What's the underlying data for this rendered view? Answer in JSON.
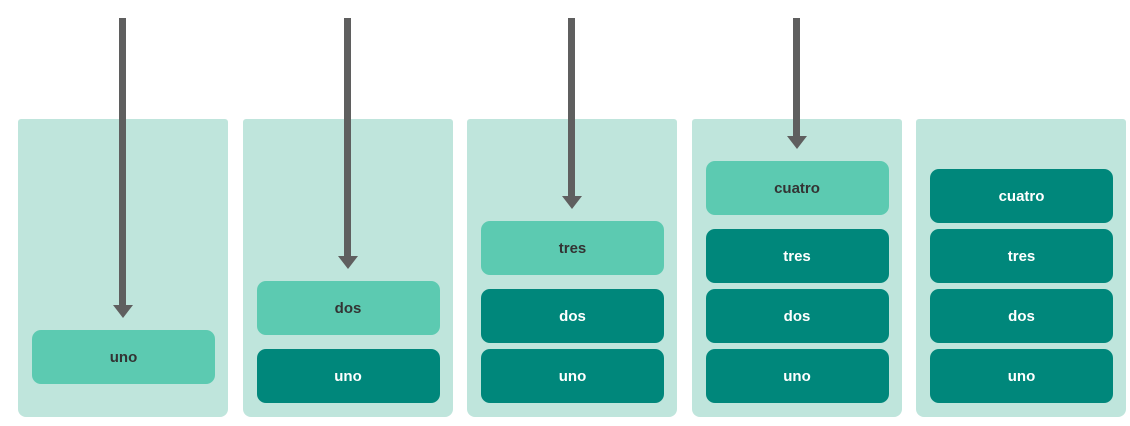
{
  "colors": {
    "column_background": "#bfe5dc",
    "stacked_block": "#00877b",
    "stacked_text": "#ffffff",
    "incoming_block": "#5ccab1",
    "incoming_text": "#333333",
    "arrow": "#5f5f5f"
  },
  "stages": [
    {
      "arrow": true,
      "incoming": "uno",
      "stack": []
    },
    {
      "arrow": true,
      "incoming": "dos",
      "stack": [
        "uno"
      ]
    },
    {
      "arrow": true,
      "incoming": "tres",
      "stack": [
        "dos",
        "uno"
      ]
    },
    {
      "arrow": true,
      "incoming": "cuatro",
      "stack": [
        "tres",
        "dos",
        "uno"
      ]
    },
    {
      "arrow": false,
      "incoming": null,
      "stack": [
        "cuatro",
        "tres",
        "dos",
        "uno"
      ]
    }
  ]
}
